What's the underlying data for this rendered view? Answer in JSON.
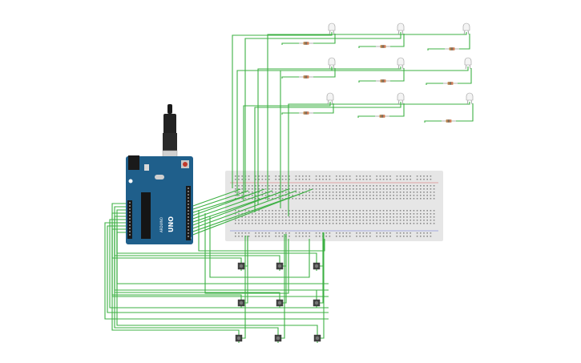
{
  "arduino": {
    "brand_label": "ARDUINO",
    "model_label": "UNO",
    "pcb_color": "#1f5f8b",
    "header_color": "#1a1a1a"
  },
  "breadboard": {
    "color": "#e6e6e6",
    "hole_color": "#8c8c8c"
  },
  "wire_color": "#3cb043",
  "led_grid": {
    "rows": 3,
    "cols": 3
  },
  "button_grid": {
    "rows": 3,
    "cols": 3
  },
  "resistor_count": 9
}
